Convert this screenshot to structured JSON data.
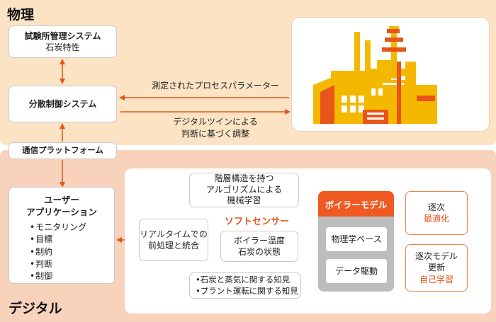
{
  "sections": {
    "physical": "物理",
    "digital": "デジタル"
  },
  "test_lab": {
    "title": "試験所管理システム",
    "subtitle": "石炭特性"
  },
  "dcs": {
    "label": "分散制御システム"
  },
  "comm": {
    "label": "通信プラットフォーム"
  },
  "arrows": {
    "measured": "測定されたプロセスパラメーター",
    "adjust_line1": "デジタルツインによる",
    "adjust_line2": "判断に基づく調整"
  },
  "user_app": {
    "title_line1": "ユーザー",
    "title_line2": "アプリケーション",
    "items": [
      "モニタリング",
      "目標",
      "制約",
      "判断",
      "制御"
    ]
  },
  "realtime": {
    "line1": "リアルタイムでの",
    "line2": "前処理と統合"
  },
  "ml": {
    "line1": "階層構造を持つ",
    "line2": "アルゴリズムによる",
    "line3": "機械学習"
  },
  "soft_sensor": {
    "label": "ソフトセンサー"
  },
  "boiler_state": {
    "line1": "ボイラー温度",
    "line2": "石炭の状態"
  },
  "knowledge": {
    "line1": "石炭と蒸気に関する知見",
    "line2": "プラント運転に関する知見"
  },
  "boiler_model": {
    "title": "ボイラーモデル",
    "physics": "物理学ベース",
    "data": "データ駆動"
  },
  "optimize": {
    "line1": "逐次",
    "line2": "最適化"
  },
  "self_learning": {
    "line1": "逐次モデル",
    "line2": "更新",
    "line3": "自己学習"
  },
  "colors": {
    "accent": "#e8541a",
    "factory": "#f5b800",
    "physical_bg": "#fbe3c4",
    "digital_bg": "#f8d2bb"
  },
  "icons": {
    "factory": "factory-icon"
  }
}
